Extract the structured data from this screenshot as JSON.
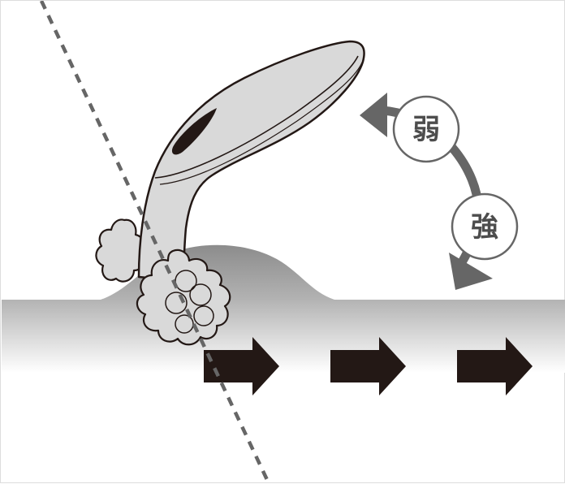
{
  "labels": {
    "weak": "弱",
    "strong": "強"
  },
  "arrows": {
    "count": 3
  },
  "colors": {
    "arrow_dark": "#231815",
    "device_fill": "#d9d9d9",
    "device_stroke": "#231815",
    "skin_gradient_top": "#b3b3b3",
    "skin_gradient_bottom": "#ffffff",
    "curve_arrow": "#666666",
    "label_circle_fill": "#ffffff",
    "label_circle_stroke": "#666666",
    "label_text": "#4d4d4d",
    "dashed_line": "#666666"
  }
}
